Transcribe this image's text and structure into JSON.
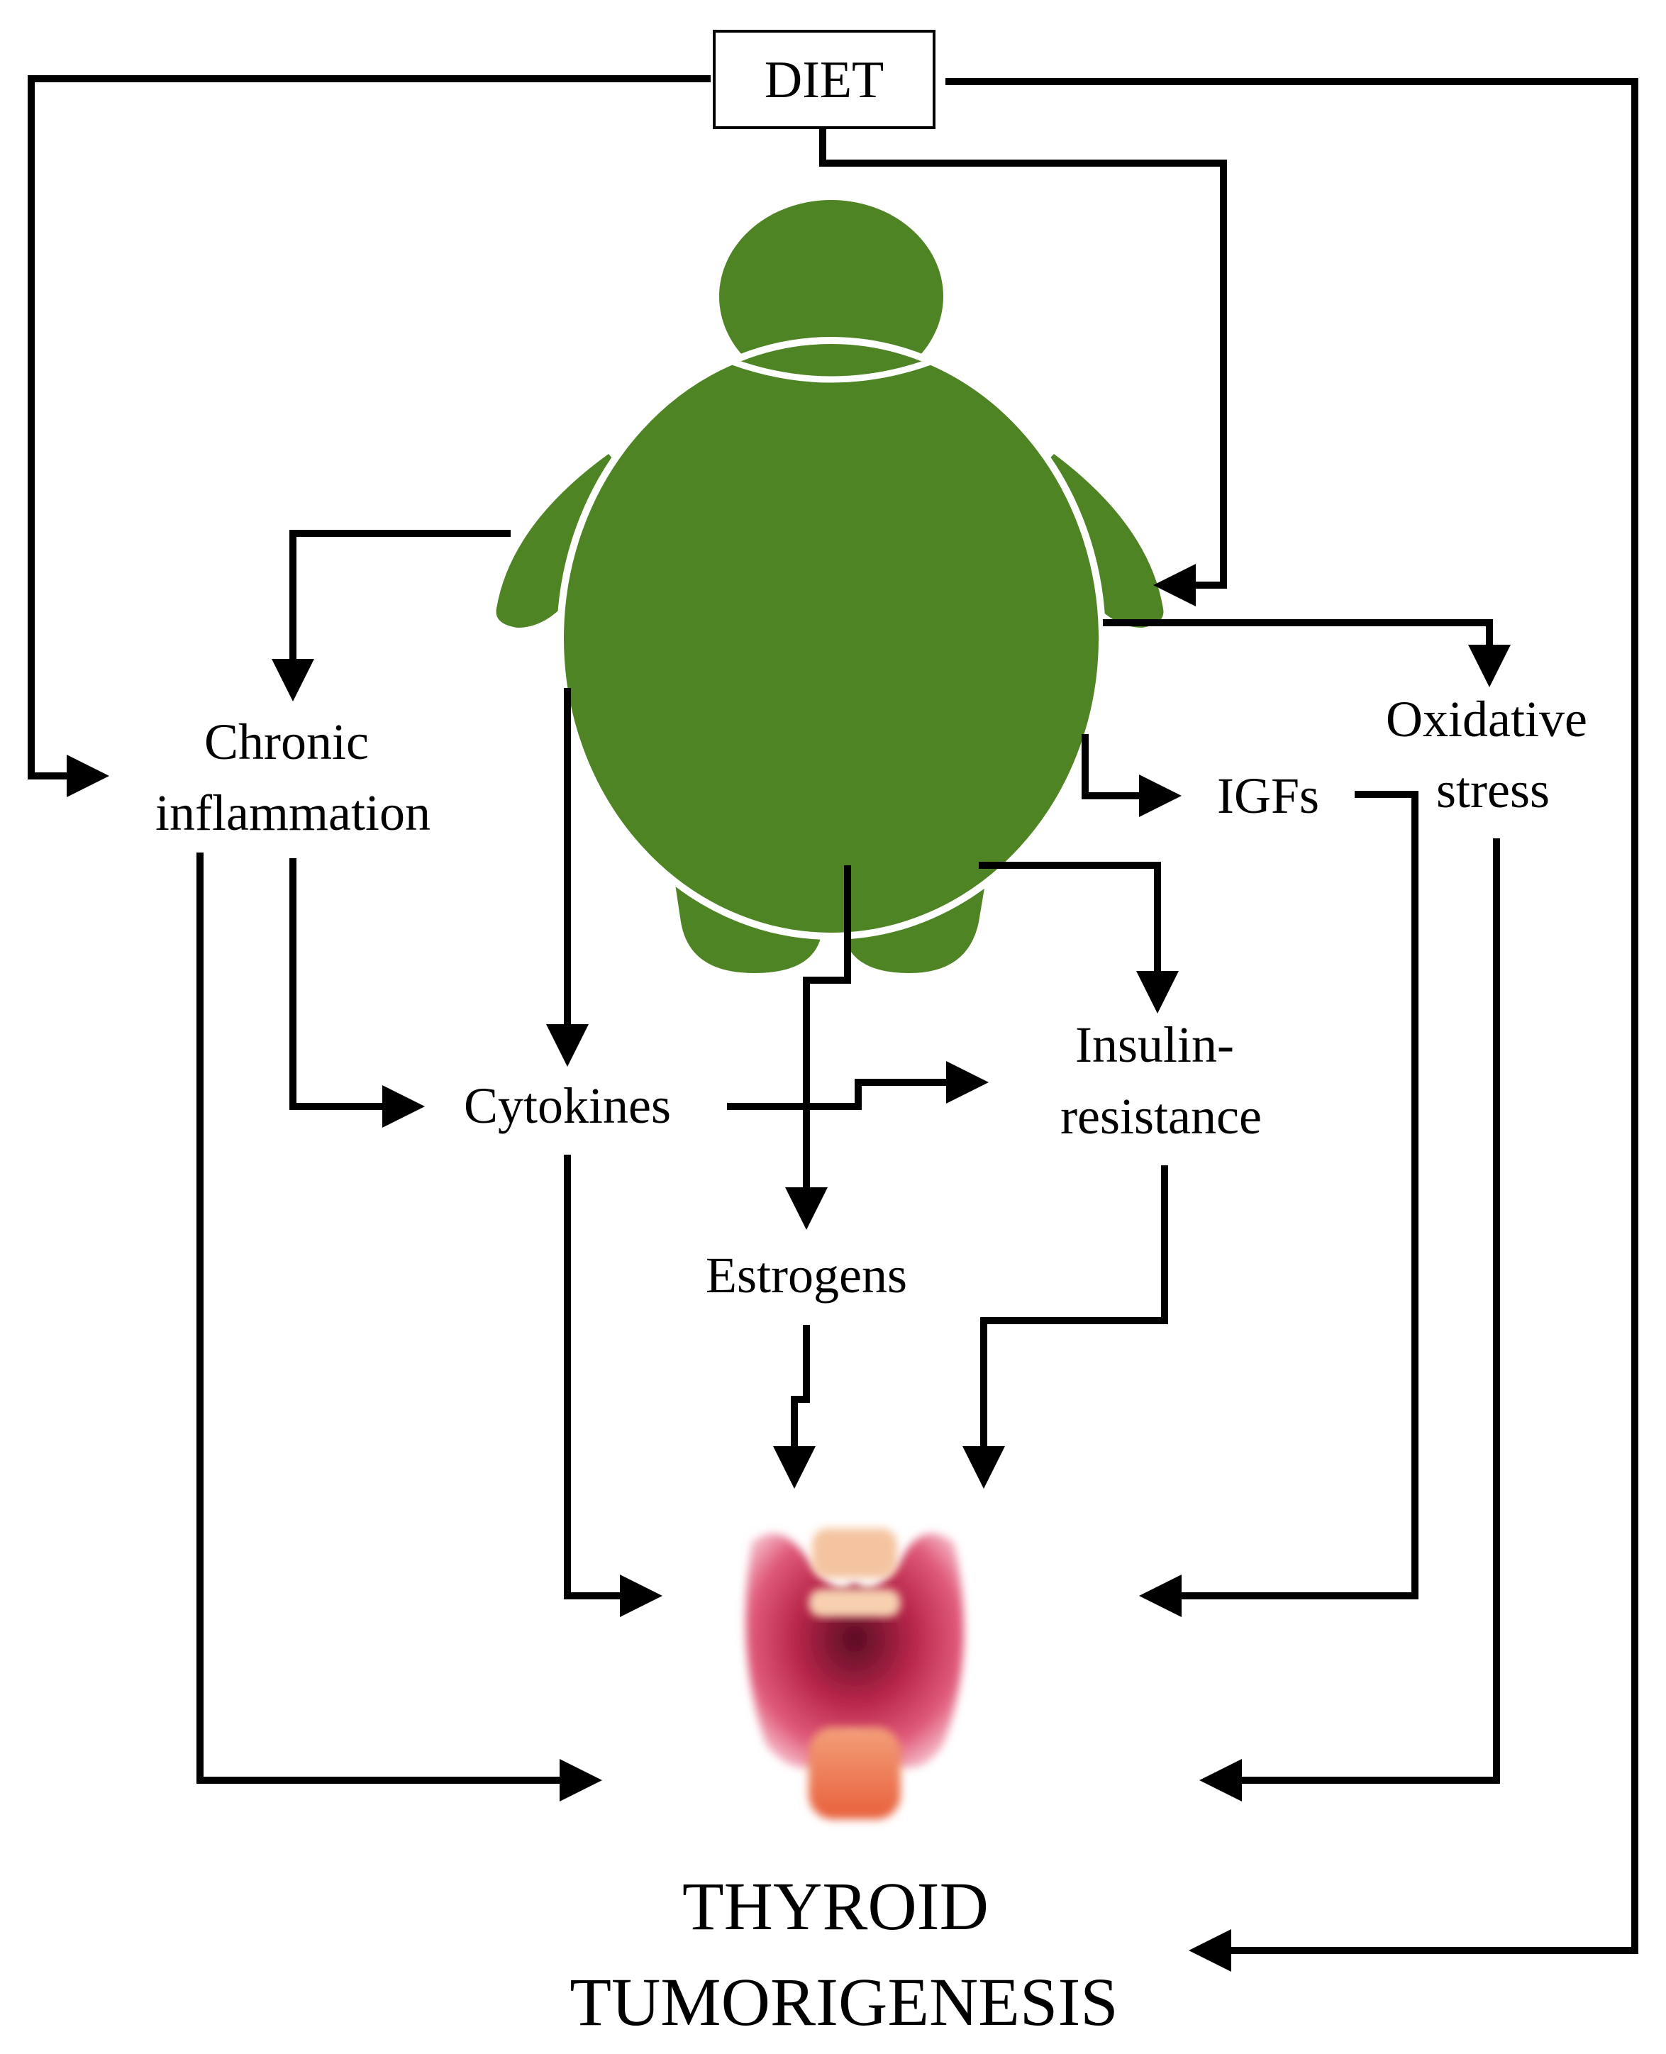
{
  "diagram": {
    "diet_label": "DIET",
    "chronic_inflammation": [
      "Chronic",
      "inflammation"
    ],
    "oxidative_stress": [
      "Oxidative",
      "stress"
    ],
    "igfs": "IGFs",
    "cytokines": "Cytokines",
    "insulin_resistance": [
      "Insulin-",
      "resistance"
    ],
    "estrogens": "Estrogens",
    "outcome": [
      "THYROID",
      "TUMORIGENESIS"
    ],
    "icons": {
      "figure": "obese-person-icon",
      "gland": "thyroid-gland-icon"
    },
    "colors": {
      "figure": "#4e8424",
      "stroke": "#000000",
      "gland_dark": "#7a1030",
      "gland_light": "#f08a6a"
    }
  }
}
